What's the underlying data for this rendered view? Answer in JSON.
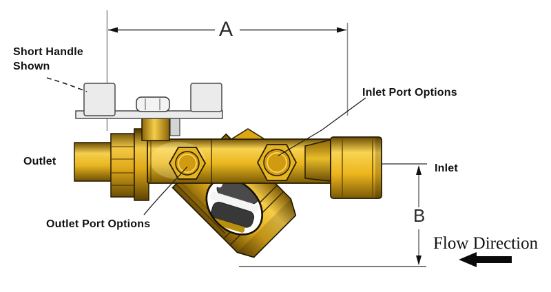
{
  "diagram": {
    "labels": {
      "short_handle": "Short Handle\nShown",
      "outlet": "Outlet",
      "outlet_port_options": "Outlet Port Options",
      "inlet_port_options": "Inlet Port Options",
      "inlet": "Inlet",
      "flow_direction": "Flow Direction",
      "dim_a": "A",
      "dim_b": "B"
    },
    "icons": {
      "flow_direction_arrow": "thick-left-arrow",
      "dimension_a_arrows": "horizontal-dimension-arrowheads",
      "dimension_b_arrows": "vertical-dimension-arrowheads"
    },
    "colors": {
      "background": "#FFFFFF",
      "label_text": "#111111",
      "brass_light": "#F8D252",
      "brass_mid": "#EAB71F",
      "brass_dark": "#7A5A06",
      "outline": "#241A00",
      "handle_fill": "#EBEBEB",
      "handle_border": "#4A4A4A",
      "strainer_dark": "#424242",
      "dimension_line": "#2B2B2B",
      "extension_line": "#8C8C8C",
      "flow_arrow": "#0A0A0A"
    }
  }
}
